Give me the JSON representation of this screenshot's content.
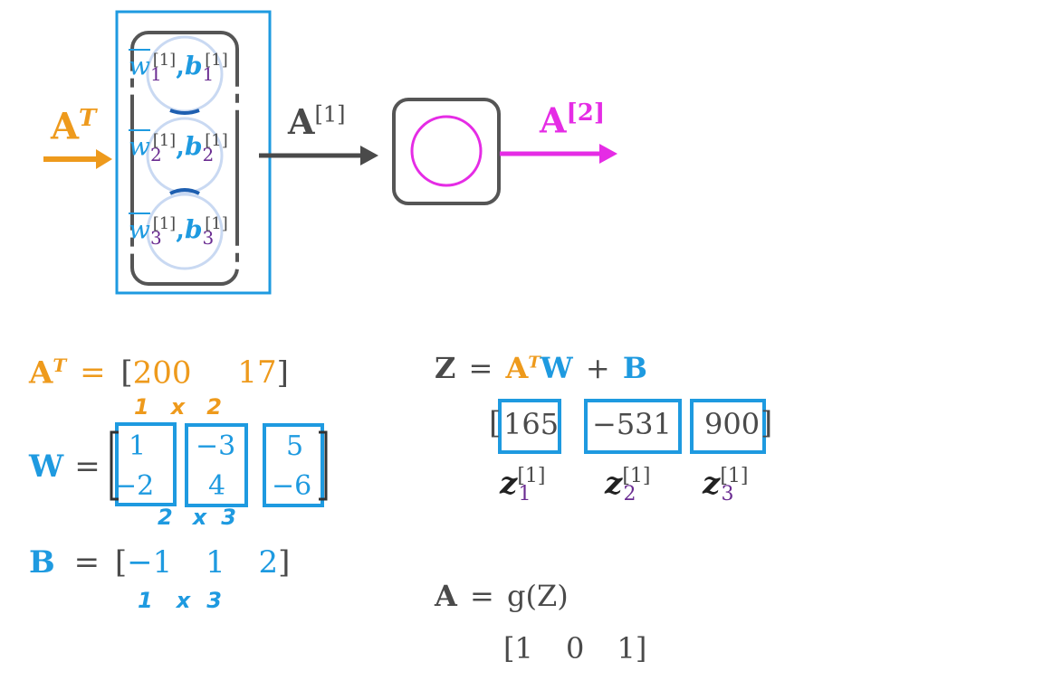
{
  "diagram": {
    "input_label": {
      "base": "A",
      "sup": "T"
    },
    "layer1_units": [
      {
        "w": "w",
        "sub": "1",
        "sup": "[1]",
        "b": "b",
        "comma": ","
      },
      {
        "w": "w",
        "sub": "2",
        "sup": "[1]",
        "b": "b",
        "comma": ","
      },
      {
        "w": "w",
        "sub": "3",
        "sup": "[1]",
        "b": "b",
        "comma": ","
      }
    ],
    "a1_label": {
      "base": "A",
      "sup": "[1]"
    },
    "a2_label": {
      "base": "A",
      "sup": "[2]"
    }
  },
  "left_math": {
    "at_row": {
      "lhs_base": "A",
      "lhs_sup": "T",
      "eq": "=",
      "lb": "[",
      "v1": "200",
      "v2": "17",
      "rb": "]"
    },
    "at_dims": {
      "a": "1",
      "x": "x",
      "b": "2"
    },
    "w_row": {
      "lhs": "W",
      "eq": "=",
      "col1": [
        "1",
        "−2"
      ],
      "col2": [
        "−3",
        "4"
      ],
      "col3": [
        "5",
        "−6"
      ]
    },
    "w_dims": {
      "a": "2",
      "x": "x",
      "b": "3"
    },
    "b_row": {
      "lhs": "B",
      "eq": "=",
      "lb": "[",
      "v1": "−1",
      "v2": "1",
      "v3": "2",
      "rb": "]"
    },
    "b_dims": {
      "a": "1",
      "x": "x",
      "b": "3"
    }
  },
  "right_math": {
    "z_eq": {
      "z": "Z",
      "eq": "=",
      "a": "A",
      "a_sup": "T",
      "w": "W",
      "plus": "+",
      "b": "B"
    },
    "z_values": {
      "lb": "[",
      "v1": "165",
      "v2": "−531",
      "v3": "900",
      "rb": "]"
    },
    "z_labels": [
      {
        "base": "z",
        "sup": "[1]",
        "sub": "1"
      },
      {
        "base": "z",
        "sup": "[1]",
        "sub": "2"
      },
      {
        "base": "z",
        "sup": "[1]",
        "sub": "3"
      }
    ],
    "a_eq": {
      "a": "A",
      "eq": "=",
      "rhs": "g(Z)"
    },
    "a_values": {
      "lb": "[",
      "v1": "1",
      "v2": "0",
      "v3": "1",
      "rb": "]"
    }
  },
  "colors": {
    "blue": "#1e9ae0",
    "orange": "#ee9a1c",
    "magenta": "#e52ce5",
    "dark": "#4a4a4a",
    "purple": "#6a2c91"
  }
}
